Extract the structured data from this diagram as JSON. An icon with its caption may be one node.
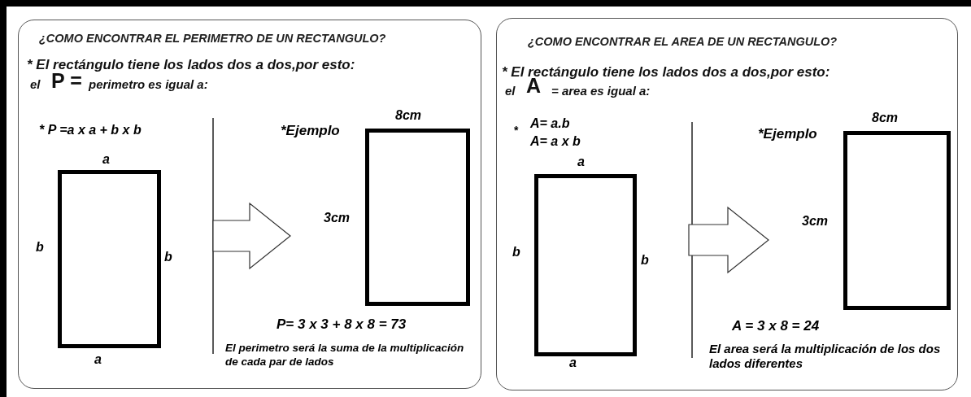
{
  "diagram": {
    "nodes": [
      {
        "text": [
          "¿COMO ENCONTRAR EL PERIMETRO DE UN RECTANGULO?",
          "* El rectángulo tiene los lados dos a dos,por esto:",
          "el",
          "P =",
          "perimetro es igual a:"
        ]
      },
      {
        "text": [],
        "shape": "box",
        "in": 0,
        "beside": [
          "a",
          "b",
          "b",
          "a"
        ]
      },
      {
        "text": [],
        "shape": "box",
        "in": 0,
        "beside": [
          "8cm",
          "3cm"
        ]
      },
      {
        "text": [
          "¿COMO ENCONTRAR  EL AREA DE UN RECTANGULO?",
          "* El rectángulo tiene los lados dos a dos,por esto:",
          "el",
          "A",
          "= area es igual a:"
        ]
      },
      {
        "text": [],
        "shape": "box",
        "in": 3,
        "beside": [
          "a",
          "b",
          "b",
          "a"
        ]
      },
      {
        "text": [],
        "shape": "box",
        "in": 3,
        "beside": [
          "8cm",
          "3cm"
        ]
      }
    ],
    "edges": [
      {
        "from": 1,
        "to": 2,
        "arrow": "to"
      },
      {
        "from": 4,
        "to": 5,
        "arrow": "to"
      }
    ],
    "labels": [
      "* P =a x a + b x b",
      "*Ejemplo",
      "P= 3 x 3 + 8 x 8 = 73",
      "El perimetro será la suma de la multiplicación de cada par de lados",
      "*",
      "A= a.b",
      "A= a x b",
      "*Ejemplo",
      "A = 3 x 8 = 24",
      "El area será la multiplicación de los dos lados diferentes"
    ]
  }
}
